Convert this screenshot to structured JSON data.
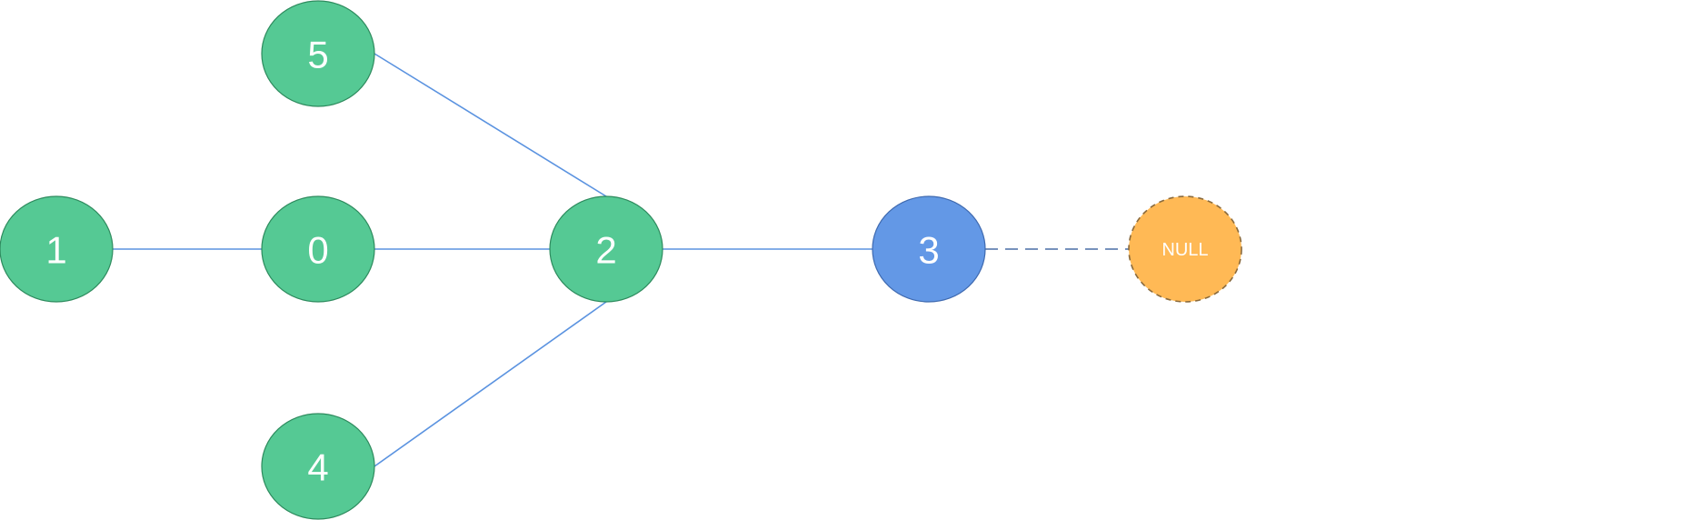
{
  "colors": {
    "green_fill": "#55c994",
    "green_stroke": "#2e8b5e",
    "blue_fill": "#6398e6",
    "blue_stroke": "#3f6ab0",
    "orange_fill": "#ffb955",
    "orange_stroke": "#8a6a3c",
    "edge": "#5b93e0",
    "dashed_edge": "#4a6fa5",
    "label": "#ffffff"
  },
  "nodes": [
    {
      "id": "1",
      "label": "1",
      "color": "green"
    },
    {
      "id": "0",
      "label": "0",
      "color": "green"
    },
    {
      "id": "5",
      "label": "5",
      "color": "green"
    },
    {
      "id": "4",
      "label": "4",
      "color": "green"
    },
    {
      "id": "2",
      "label": "2",
      "color": "green"
    },
    {
      "id": "3",
      "label": "3",
      "color": "blue"
    },
    {
      "id": "null",
      "label": "NULL",
      "color": "orange",
      "dashed": true
    }
  ],
  "edges": [
    {
      "from": "1",
      "to": "0"
    },
    {
      "from": "0",
      "to": "2"
    },
    {
      "from": "5",
      "to": "2"
    },
    {
      "from": "4",
      "to": "2"
    },
    {
      "from": "2",
      "to": "3"
    },
    {
      "from": "3",
      "to": "null",
      "dashed": true
    }
  ]
}
